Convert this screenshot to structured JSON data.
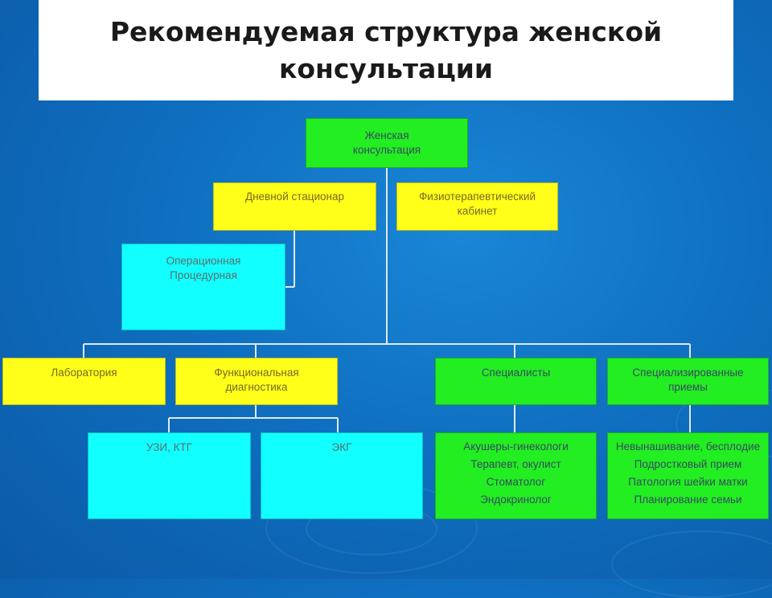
{
  "title": {
    "line1": "Рекомендуемая структура женской",
    "line2": "консультации"
  },
  "nodes": {
    "root": [
      "Женская",
      "консультация"
    ],
    "day_hospital": [
      "Дневной стационар"
    ],
    "physio": [
      "Физиотерапевтический",
      "кабинет"
    ],
    "operating": [
      "Операционная",
      "Процедурная"
    ],
    "laboratory": [
      "Лаборатория"
    ],
    "functional": [
      "Функциональная",
      "диагностика"
    ],
    "specialists": [
      "Специалисты"
    ],
    "specialized": [
      "Специализированные",
      "приемы"
    ],
    "uzi": [
      "УЗИ, КТГ"
    ],
    "ekg": [
      "ЭКГ"
    ],
    "specialist_list": [
      "Акушеры-гинекологи",
      "Терапевт, окулист",
      "Стоматолог",
      "Эндокринолог"
    ],
    "specialized_list": [
      "Невынашивание, бесплодие",
      "Подростковый прием",
      "Патология шейки матки",
      "Планирование семьи"
    ]
  },
  "colors": {
    "background": "#0f6fc0",
    "green": "#22ee22",
    "yellow": "#ffff1a",
    "cyan": "#11ffff",
    "connector": "#dfe8f2"
  }
}
